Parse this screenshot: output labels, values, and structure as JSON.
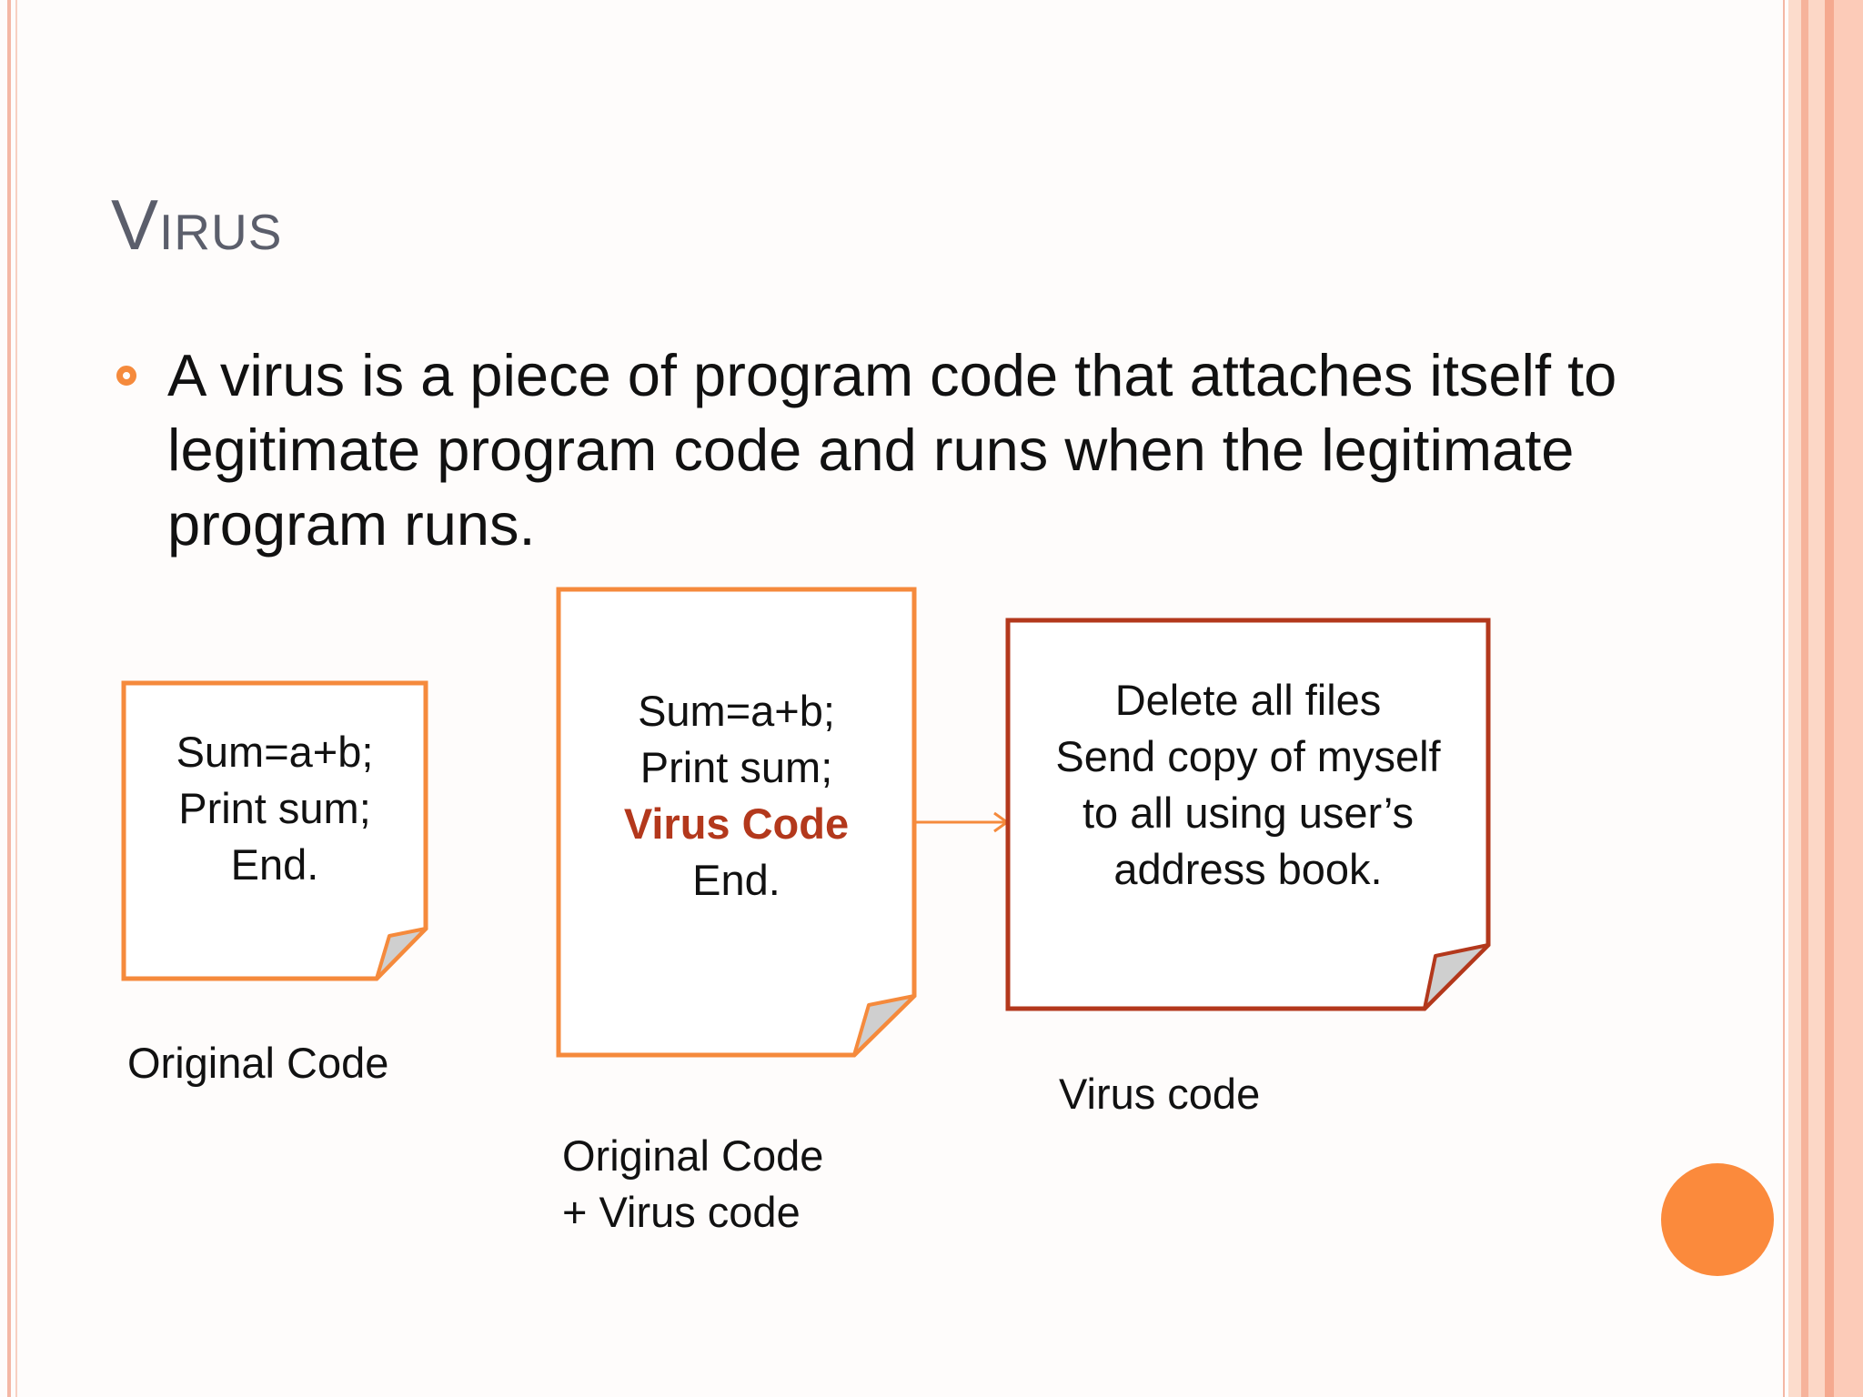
{
  "slide": {
    "title": "Virus",
    "bullet": "A virus is a piece of program code that attaches itself to legitimate program code and runs when the legitimate program runs."
  },
  "documents": {
    "original": {
      "lines": [
        "Sum=a+b;",
        "Print sum;",
        "End."
      ],
      "caption": "Original Code"
    },
    "infected": {
      "lines": [
        "Sum=a+b;",
        "Print sum;",
        "Virus Code",
        "End."
      ],
      "caption_line1": "Original Code",
      "caption_line2": "+ Virus code"
    },
    "virus": {
      "lines": [
        "Delete all files",
        "Send copy of myself",
        "to all using user’s",
        "address book."
      ],
      "caption": "Virus code"
    }
  },
  "colors": {
    "accent_orange": "#f58a3c",
    "virus_red": "#b3381c",
    "title_gray": "#5b5e6b",
    "fold_gray": "#cfcfcf"
  },
  "icons": {
    "bullet": "hollow-circle-bullet-icon",
    "decoration": "orange-circle"
  }
}
